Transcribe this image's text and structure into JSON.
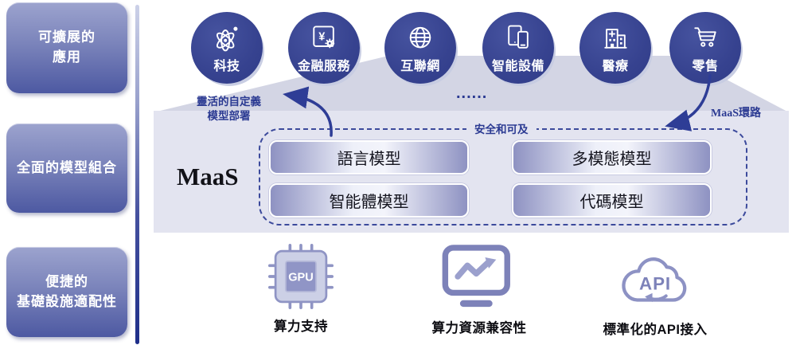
{
  "sidebar": {
    "items": [
      {
        "label": "可擴展的\n應用"
      },
      {
        "label": "全面的模型組合"
      },
      {
        "label": "便捷的\n基礎設施適配性"
      }
    ]
  },
  "industries": {
    "ellipsis": "......",
    "items": [
      {
        "label": "科技",
        "icon": "atom-icon"
      },
      {
        "label": "金融服務",
        "icon": "finance-yen-icon"
      },
      {
        "label": "互聯網",
        "icon": "globe-icon"
      },
      {
        "label": "智能設備",
        "icon": "smart-devices-icon"
      },
      {
        "label": "醫療",
        "icon": "hospital-icon"
      },
      {
        "label": "零售",
        "icon": "shopping-cart-icon"
      }
    ]
  },
  "maas": {
    "title": "MaaS",
    "flexible_deploy_label": "靈活的自定義\n模型部署",
    "secure_label": "安全和可及",
    "loop_label": "MaaS環路",
    "models": [
      {
        "label": "語言模型"
      },
      {
        "label": "多模態模型"
      },
      {
        "label": "智能體模型"
      },
      {
        "label": "代碼模型"
      }
    ]
  },
  "infrastructure": {
    "items": [
      {
        "label": "算力支持",
        "icon": "gpu-chip-icon",
        "icon_text": "GPU"
      },
      {
        "label": "算力資源兼容性",
        "icon": "monitor-chart-icon",
        "icon_text": ""
      },
      {
        "label": "標準化的API接入",
        "icon": "api-cloud-icon",
        "icon_text": "API"
      }
    ]
  },
  "colors": {
    "circle_fill": "#36428f",
    "navy_accent": "#2e3d96",
    "banner": "#e3e4f0",
    "mountain": "#d3d5e4",
    "icon_purple": "#7d82b9",
    "icon_purple_light": "#c9cce4"
  }
}
